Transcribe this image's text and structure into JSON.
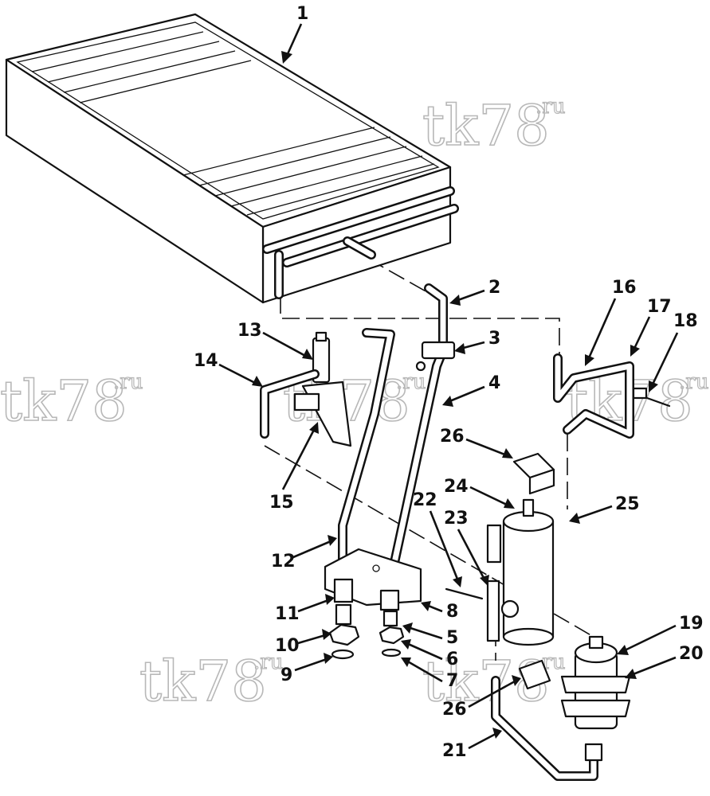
{
  "watermark": {
    "main": "tk78",
    "suffix": ".ru"
  },
  "callouts": [
    {
      "id": "c1",
      "label": "1"
    },
    {
      "id": "c2",
      "label": "2"
    },
    {
      "id": "c3",
      "label": "3"
    },
    {
      "id": "c4",
      "label": "4"
    },
    {
      "id": "c5",
      "label": "5"
    },
    {
      "id": "c6",
      "label": "6"
    },
    {
      "id": "c7",
      "label": "7"
    },
    {
      "id": "c8",
      "label": "8"
    },
    {
      "id": "c9",
      "label": "9"
    },
    {
      "id": "c10",
      "label": "10"
    },
    {
      "id": "c11",
      "label": "11"
    },
    {
      "id": "c12",
      "label": "12"
    },
    {
      "id": "c13",
      "label": "13"
    },
    {
      "id": "c14",
      "label": "14"
    },
    {
      "id": "c15",
      "label": "15"
    },
    {
      "id": "c16",
      "label": "16"
    },
    {
      "id": "c17",
      "label": "17"
    },
    {
      "id": "c18",
      "label": "18"
    },
    {
      "id": "c19",
      "label": "19"
    },
    {
      "id": "c20",
      "label": "20"
    },
    {
      "id": "c21",
      "label": "21"
    },
    {
      "id": "c22",
      "label": "22"
    },
    {
      "id": "c23",
      "label": "23"
    },
    {
      "id": "c24",
      "label": "24"
    },
    {
      "id": "c25",
      "label": "25"
    },
    {
      "id": "c26a",
      "label": "26"
    },
    {
      "id": "c26b",
      "label": "26"
    }
  ]
}
